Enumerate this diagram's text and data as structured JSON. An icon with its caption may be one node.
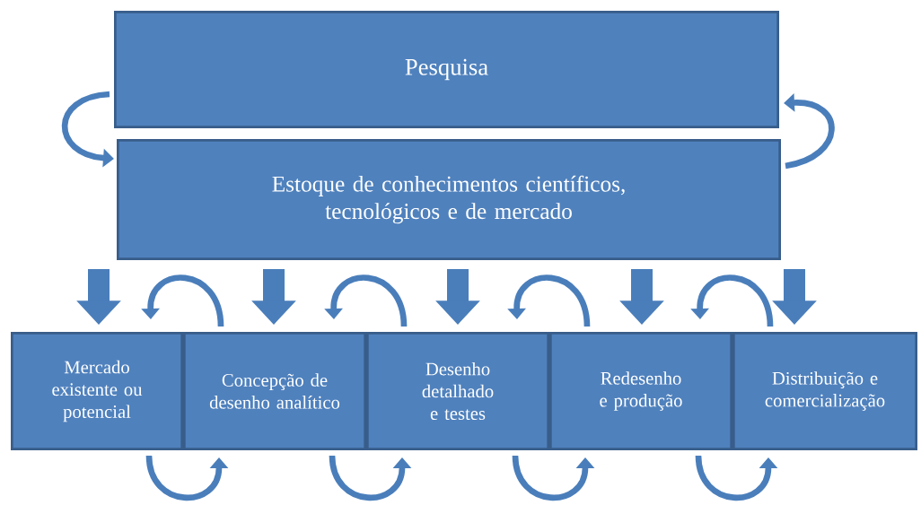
{
  "diagram": {
    "nodes": [
      {
        "text": [
          "Pesquisa"
        ]
      },
      {
        "text": [
          "Estoque de conhecimentos científicos, tecnológicos e de mercado"
        ]
      },
      {
        "text": [
          "Mercado existente ou potencial"
        ]
      },
      {
        "text": [
          "Concepção de desenho analítico"
        ]
      },
      {
        "text": [
          "Desenho detalhado e testes"
        ]
      },
      {
        "text": [
          "Redesenho e produção"
        ]
      },
      {
        "text": [
          "Distribuição e comercialização"
        ]
      }
    ],
    "edges": [
      {
        "from": 0,
        "to": 1,
        "arrow": "to"
      },
      {
        "from": 1,
        "to": 0,
        "arrow": "to"
      },
      {
        "from": 1,
        "to": 2,
        "arrow": "to",
        "style": "thick"
      },
      {
        "from": 1,
        "to": 3,
        "arrow": "to",
        "style": "thick"
      },
      {
        "from": 1,
        "to": 4,
        "arrow": "to",
        "style": "thick"
      },
      {
        "from": 1,
        "to": 5,
        "arrow": "to",
        "style": "thick"
      },
      {
        "from": 1,
        "to": 6,
        "arrow": "to",
        "style": "thick"
      },
      {
        "from": 3,
        "to": 2,
        "arrow": "to"
      },
      {
        "from": 4,
        "to": 3,
        "arrow": "to"
      },
      {
        "from": 5,
        "to": 4,
        "arrow": "to"
      },
      {
        "from": 6,
        "to": 5,
        "arrow": "to"
      },
      {
        "from": 2,
        "to": 3,
        "arrow": "to"
      },
      {
        "from": 3,
        "to": 4,
        "arrow": "to"
      },
      {
        "from": 4,
        "to": 5,
        "arrow": "to"
      },
      {
        "from": 5,
        "to": 6,
        "arrow": "to"
      }
    ]
  }
}
